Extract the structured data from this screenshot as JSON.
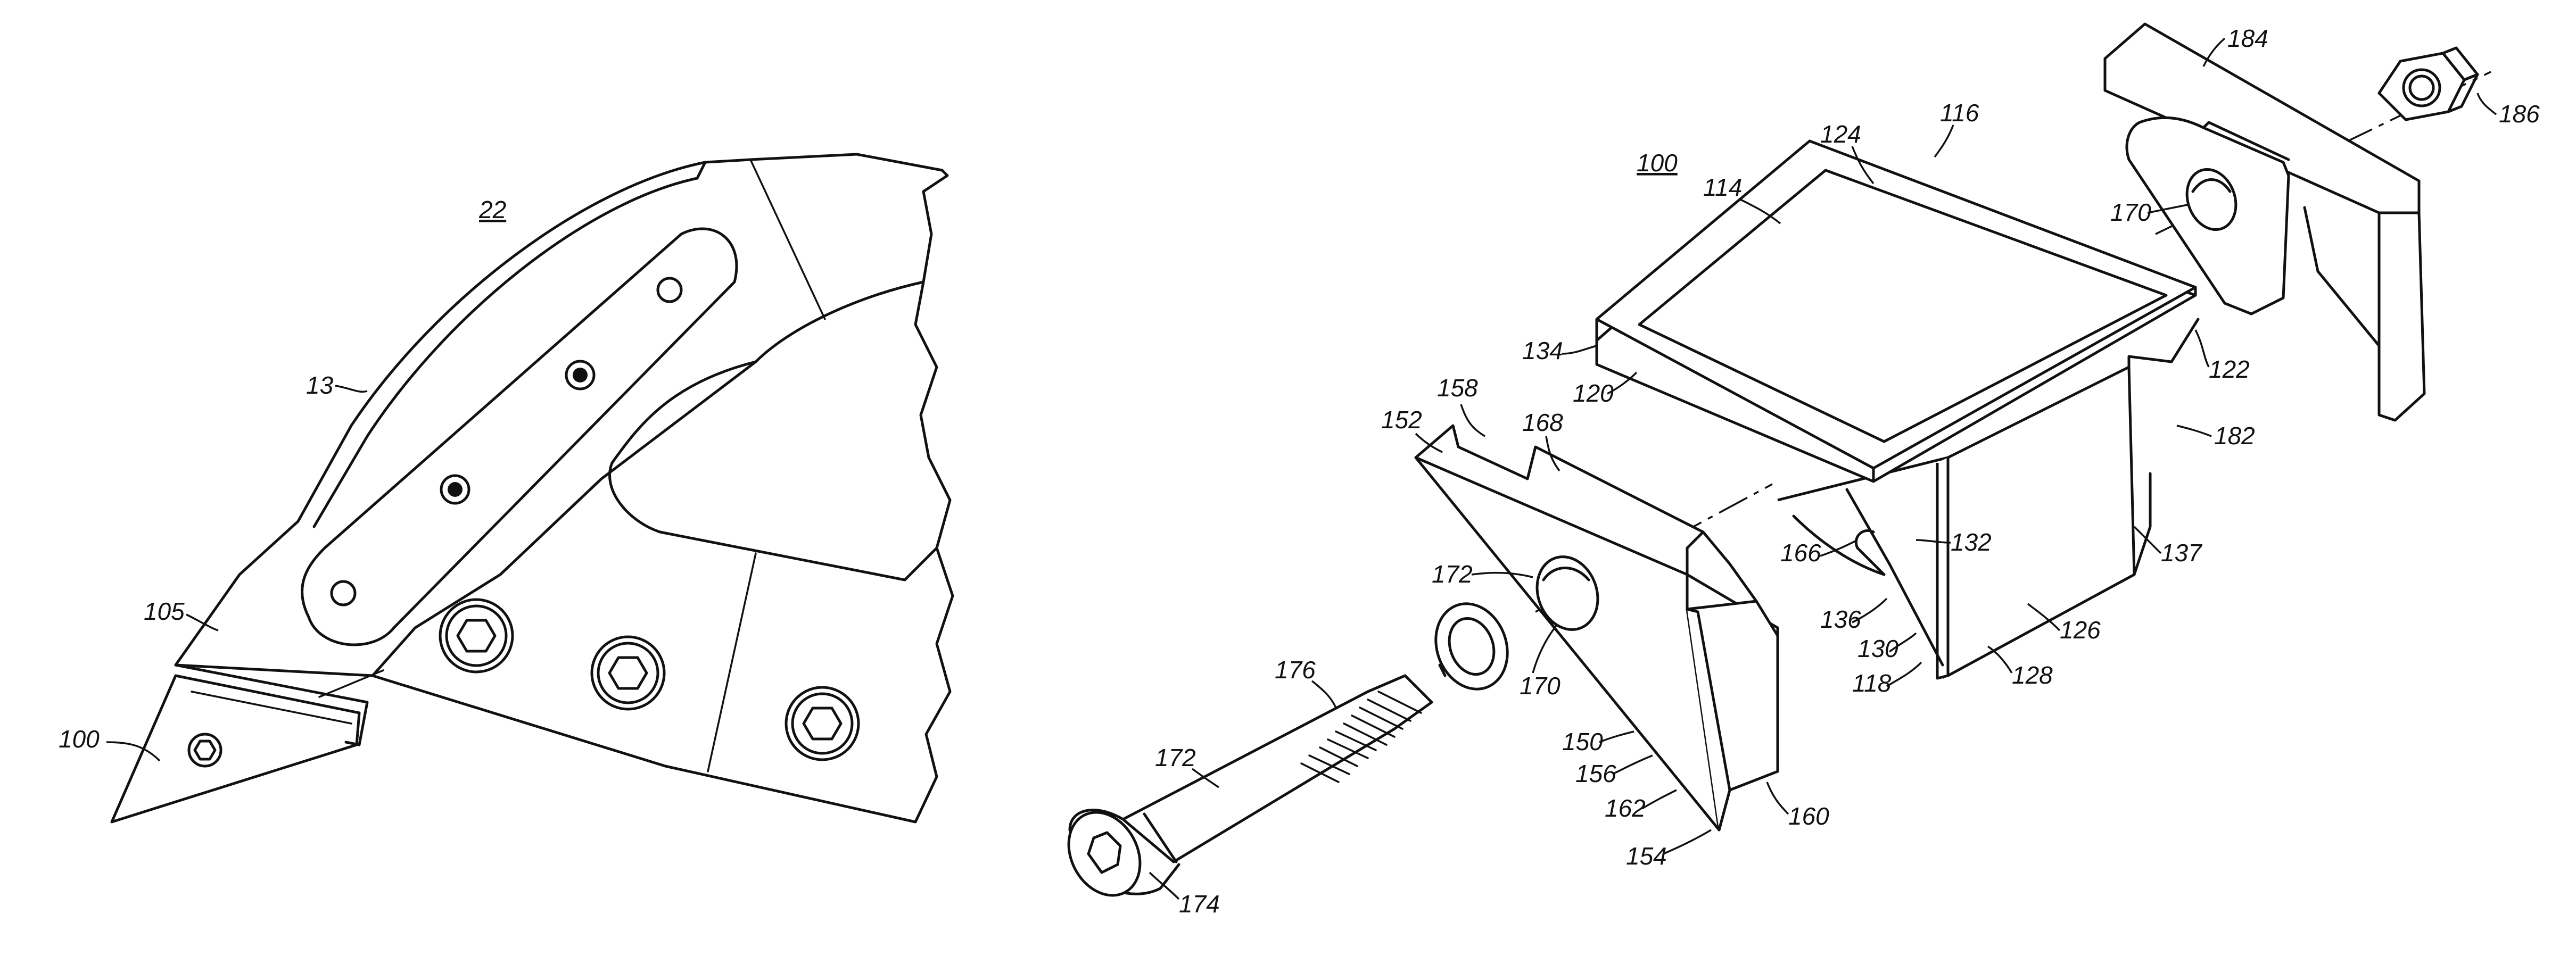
{
  "figure_left": {
    "ref_title": "22",
    "labels": {
      "l13": "13",
      "l105": "105",
      "l100": "100"
    }
  },
  "figure_right": {
    "ref_title": "100",
    "labels": {
      "l116": "116",
      "l124": "124",
      "l114": "114",
      "l134": "134",
      "l120": "120",
      "l122": "122",
      "l182": "182",
      "l132": "132",
      "l166": "166",
      "l137": "137",
      "l136": "136",
      "l130": "130",
      "l118": "118",
      "l126": "126",
      "l128": "128",
      "l158": "158",
      "l152": "152",
      "l168": "168",
      "l172a": "172",
      "l170a": "170",
      "l150": "150",
      "l156": "156",
      "l162": "162",
      "l154": "154",
      "l160": "160",
      "l176": "176",
      "l172b": "172",
      "l174": "174",
      "l184": "184",
      "l186": "186",
      "l170b": "170"
    }
  }
}
